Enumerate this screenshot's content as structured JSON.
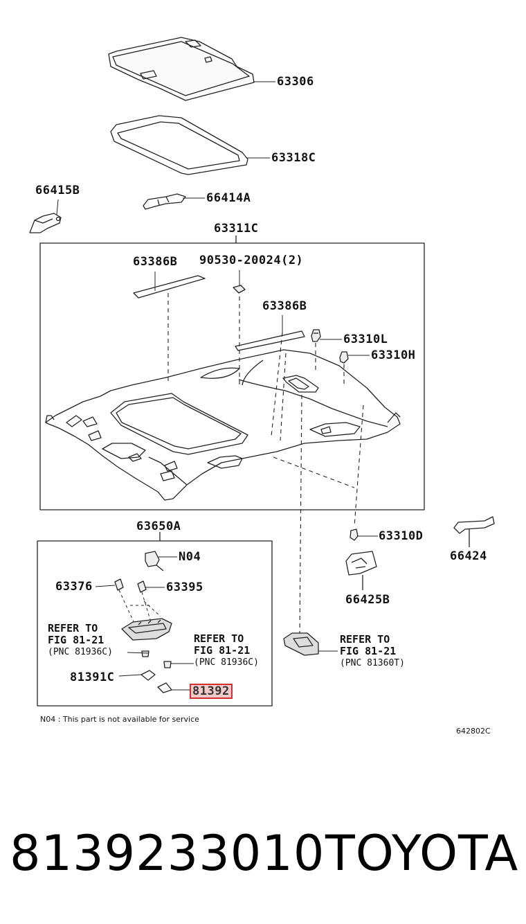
{
  "parts": {
    "p63306": "63306",
    "p63318c": "63318C",
    "p66415b": "66415B",
    "p66414a": "66414A",
    "p63311c": "63311C",
    "p63386b_left": "63386B",
    "p90530": "90530-20024(2)",
    "p63386b_right": "63386B",
    "p63310l": "63310L",
    "p63310h": "63310H",
    "p63650a": "63650A",
    "pn04": "N04",
    "p63376": "63376",
    "p63395": "63395",
    "p81391c": "81391C",
    "p81392": "81392",
    "p63310d": "63310D",
    "p66424": "66424",
    "p66425b": "66425B"
  },
  "refs": {
    "ref1": {
      "line1": "REFER TO",
      "line2": "FIG 81-21",
      "line3": "(PNC 81936C)"
    },
    "ref2": {
      "line1": "REFER TO",
      "line2": "FIG 81-21",
      "line3": "(PNC 81936C)"
    },
    "ref3": {
      "line1": "REFER TO",
      "line2": "FIG 81-21",
      "line3": "(PNC 81360T)"
    }
  },
  "footnote": "N04 : This part is not available for service",
  "figure_code": "642802C",
  "footer": {
    "part_number": "8139233010",
    "brand": "TOYOTA"
  },
  "colors": {
    "highlight_border": "#d03030",
    "highlight_fill": "#f3c9c9"
  }
}
